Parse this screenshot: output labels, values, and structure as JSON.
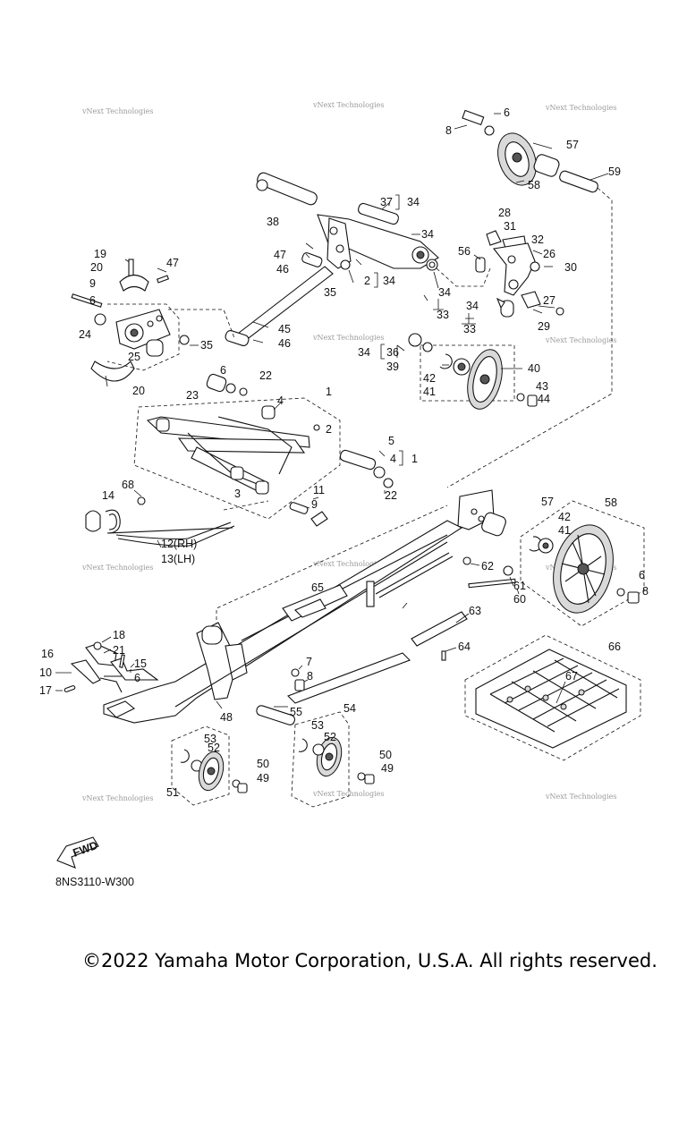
{
  "diagram_code": "8NS3110-W300",
  "copyright": "©2022 Yamaha Motor Corporation, U.S.A. All rights reserved.",
  "fwd_label": "FWD",
  "watermark_text": "vNext Technologies",
  "callouts": {
    "c8a": "8",
    "c6a": "6",
    "c57a": "57",
    "c59": "59",
    "c58a": "58",
    "c37": "37",
    "c34a": "34",
    "c38": "38",
    "c34b": "34",
    "c28": "28",
    "c31": "31",
    "c32": "32",
    "c26": "26",
    "c56": "56",
    "c30": "30",
    "c47a": "47",
    "c46a": "46",
    "c2a": "2",
    "c34c": "34",
    "c35a": "35",
    "c34d": "34",
    "c33a": "33",
    "c34e": "34",
    "c33b": "33",
    "c27": "27",
    "c29": "29",
    "c19": "19",
    "c20a": "20",
    "c47b": "47",
    "c9a": "9",
    "c6b": "6",
    "c24": "24",
    "c35b": "35",
    "c25": "25",
    "c20b": "20",
    "c45": "45",
    "c46b": "46",
    "c34f": "34",
    "c36": "36",
    "c39": "39",
    "c40": "40",
    "c42a": "42",
    "c41a": "41",
    "c43": "43",
    "c44": "44",
    "c6c": "6",
    "c22a": "22",
    "c23": "23",
    "c1a": "1",
    "c4a": "4",
    "c2b": "2",
    "c5": "5",
    "c4b": "4",
    "c1b": "1",
    "c22b": "22",
    "c68": "68",
    "c14": "14",
    "c3": "3",
    "c11": "11",
    "c9b": "9",
    "c12": "12(RH)",
    "c13": "13(LH)",
    "c57b": "57",
    "c58b": "58",
    "c42b": "42",
    "c41b": "41",
    "c62": "62",
    "c61": "61",
    "c60": "60",
    "c65": "65",
    "c6d": "6",
    "c8b": "8",
    "c63": "63",
    "c64": "64",
    "c66": "66",
    "c67": "67",
    "c18": "18",
    "c16": "16",
    "c21": "21",
    "c15": "15",
    "c10": "10",
    "c6e": "6",
    "c17": "17",
    "c7": "7",
    "c8c": "8",
    "c48": "48",
    "c55": "55",
    "c54": "54",
    "c53a": "53",
    "c52a": "52",
    "c53b": "53",
    "c52b": "52",
    "c50a": "50",
    "c49a": "49",
    "c51": "51",
    "c50b": "50",
    "c49b": "49"
  }
}
